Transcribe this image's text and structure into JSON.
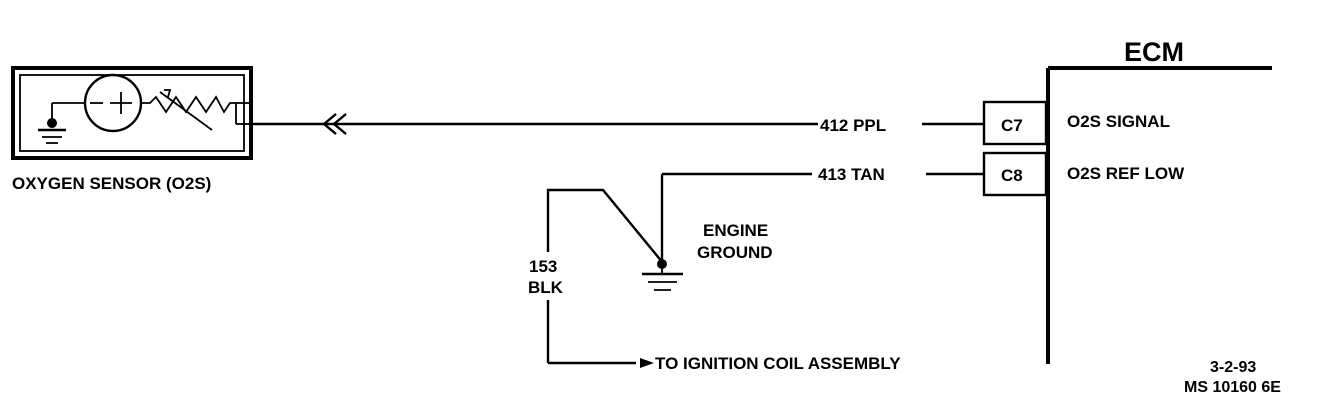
{
  "ecm": {
    "title": "ECM"
  },
  "sensor": {
    "label": "OXYGEN SENSOR (O2S)"
  },
  "circuits": [
    {
      "wire": "412 PPL",
      "pin": "C7",
      "function": "O2S SIGNAL"
    },
    {
      "wire": "413 TAN",
      "pin": "C8",
      "function": "O2S REF LOW"
    }
  ],
  "ground": {
    "line1": "ENGINE",
    "line2": "GROUND"
  },
  "ignition_wire": {
    "number": "153",
    "color": "BLK",
    "destination": "TO IGNITION COIL ASSEMBLY"
  },
  "stamp": {
    "date": "3-2-93",
    "code": "MS 10160 6E"
  }
}
